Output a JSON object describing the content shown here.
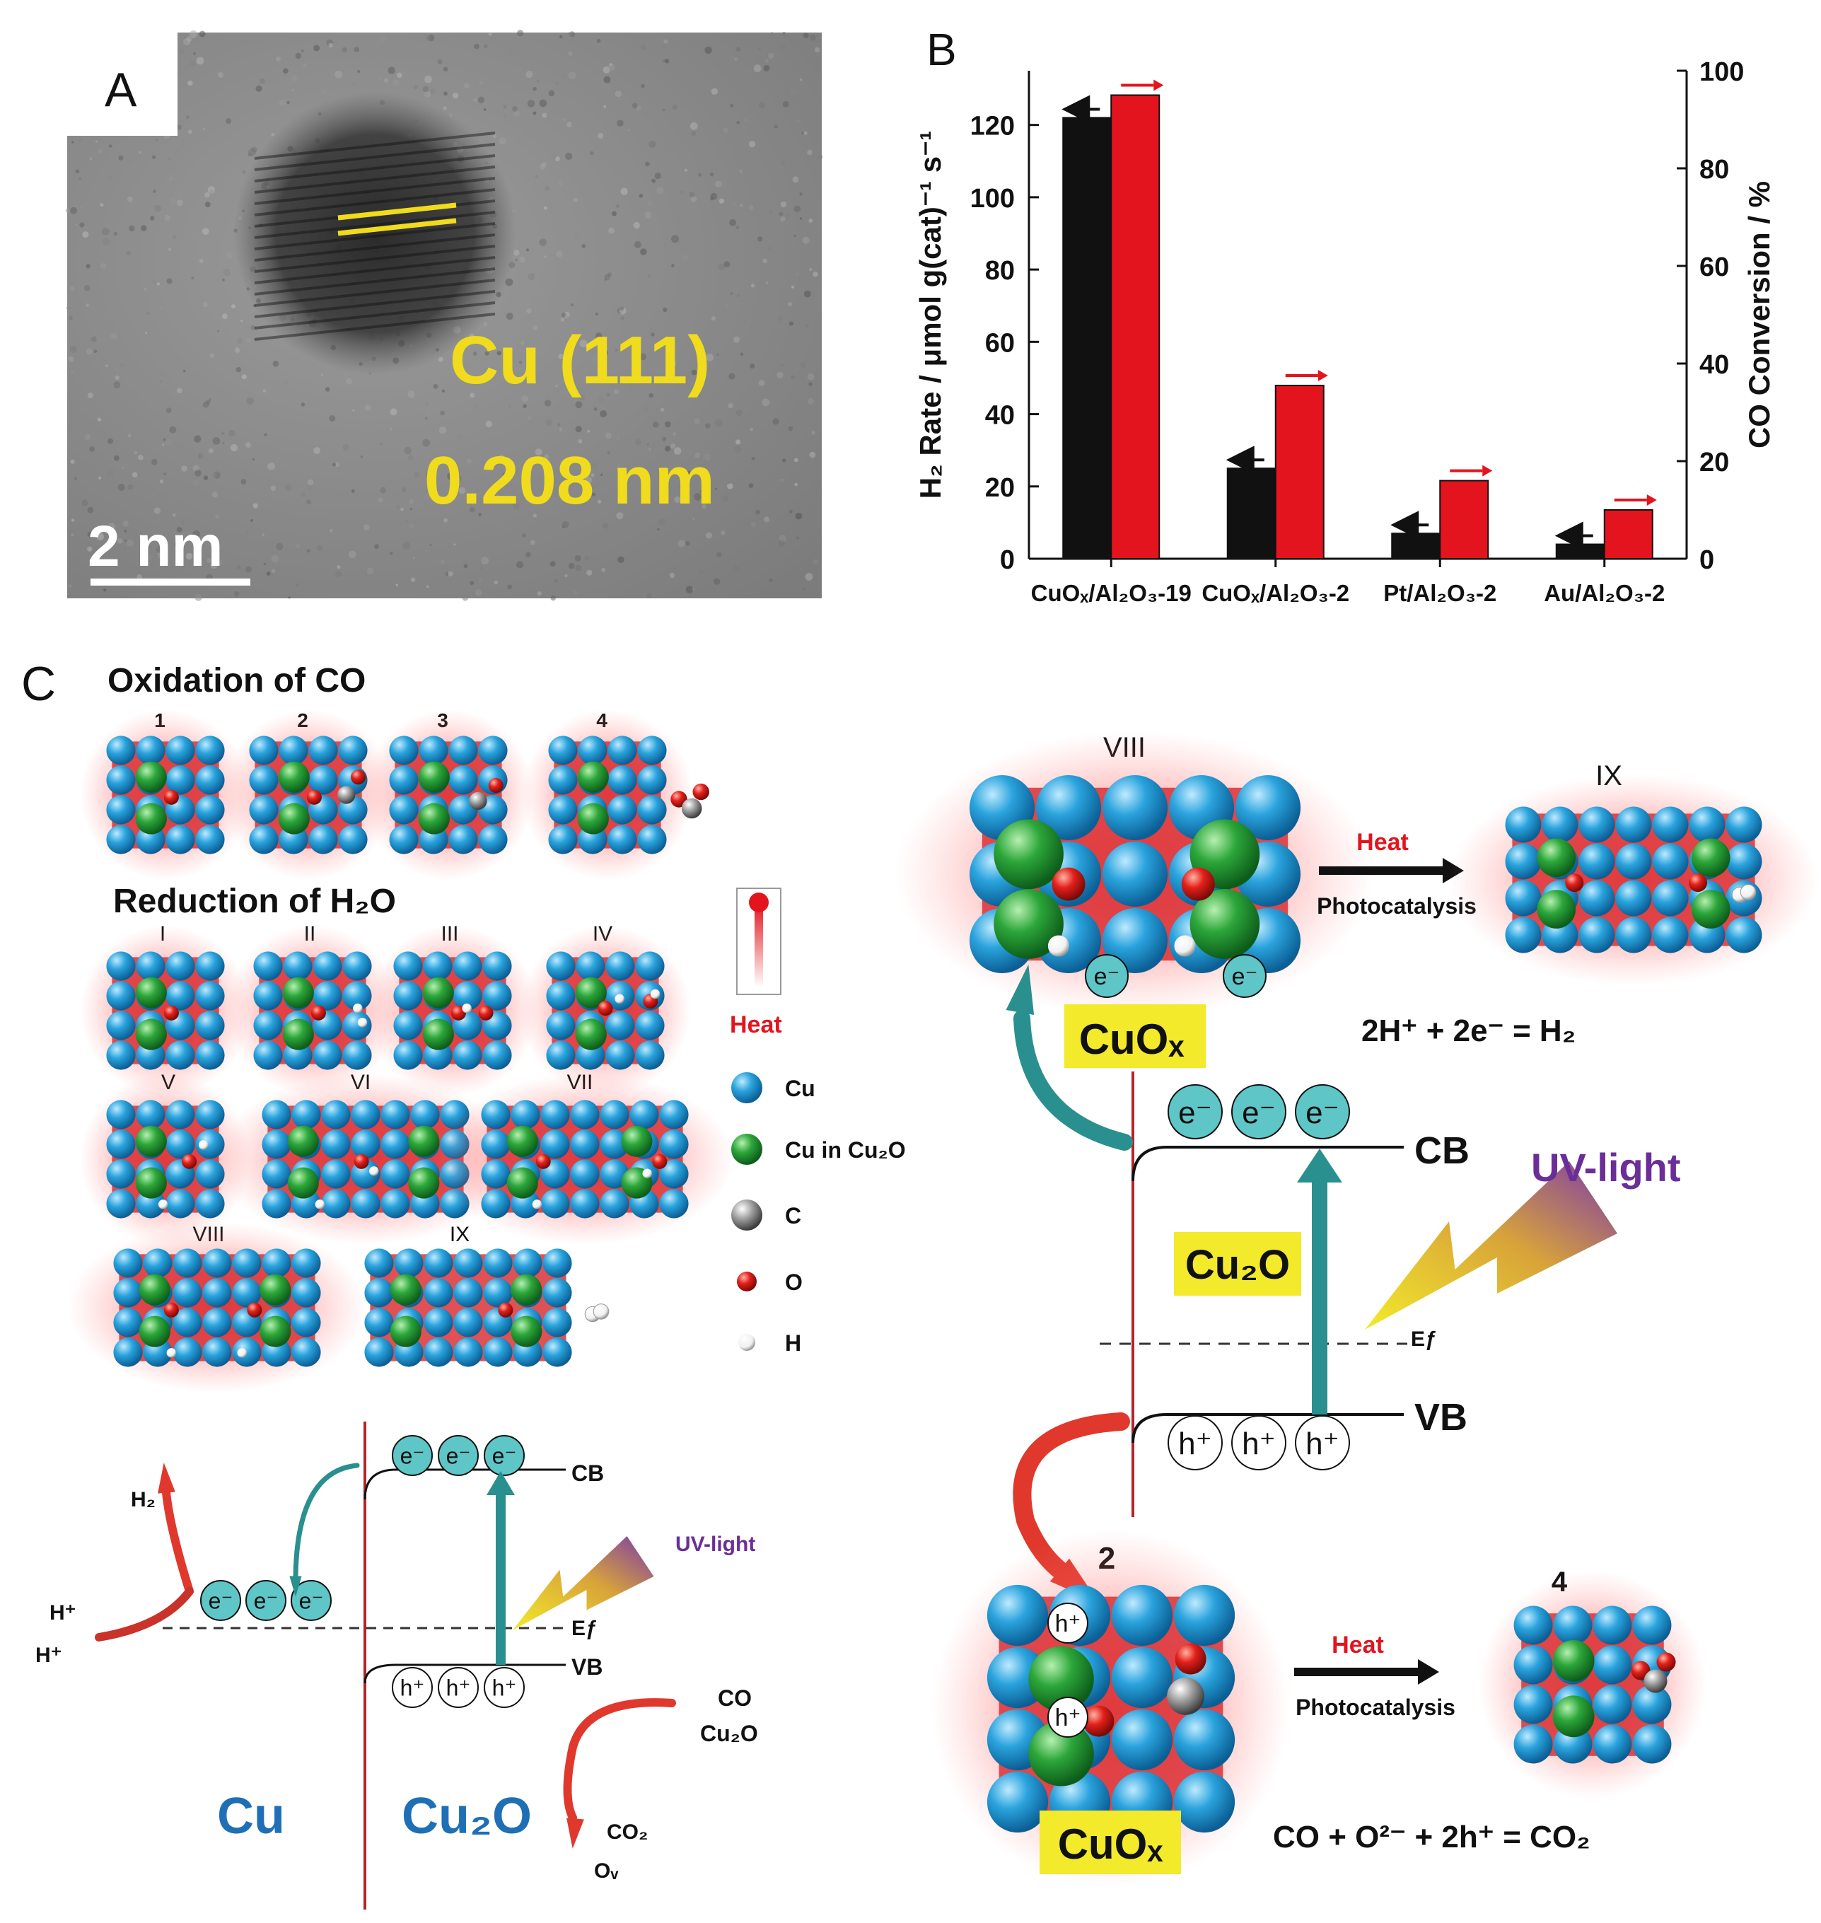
{
  "panels": {
    "a": {
      "label": "A",
      "lattice_text": "Cu (111)",
      "spacing_text": "0.208 nm",
      "scale_text": "2 nm"
    },
    "b": {
      "label": "B"
    },
    "c": {
      "label": "C",
      "oxidation_title": "Oxidation of CO",
      "reduction_title": "Reduction of H₂O",
      "steps_oxidation": [
        "1",
        "2",
        "3",
        "4"
      ],
      "steps_reduction": [
        "I",
        "II",
        "III",
        "IV",
        "V",
        "VI",
        "VII",
        "VIII",
        "IX"
      ],
      "legend": {
        "heat": "Heat",
        "items": [
          "Cu",
          "Cu in Cu₂O",
          "C",
          "O",
          "H"
        ]
      },
      "small_diagram": {
        "h2": "H₂",
        "hplus1": "H⁺",
        "hplus2": "H⁺",
        "electron": "e⁻",
        "hole": "h⁺",
        "cb": "CB",
        "vb": "VB",
        "ef": "Eƒ",
        "uv": "UV-light",
        "co": "CO",
        "cu2o": "Cu₂O",
        "co2": "CO₂",
        "ov": "Oᵥ",
        "cu_label": "Cu",
        "cu2o_label": "Cu₂O"
      },
      "large_diagram": {
        "viii": "VIII",
        "ix": "IX",
        "heat1": "Heat",
        "photo1": "Photocatalysis",
        "cuox1": "CuOₓ",
        "h2_eq": "2H⁺ + 2e⁻ = H₂",
        "cb": "CB",
        "vb": "VB",
        "ef": "Eƒ",
        "uv": "UV-light",
        "cu2o": "Cu₂O",
        "electron": "e⁻",
        "hole": "h⁺",
        "two": "2",
        "four": "4",
        "heat2": "Heat",
        "photo2": "Photocatalysis",
        "cuox2": "CuOₓ",
        "co_eq": "CO + O²⁻ + 2h⁺ = CO₂"
      }
    }
  },
  "chart_data": {
    "type": "bar",
    "categories": [
      "CuOₓ/Al₂O₃-19",
      "CuOₓ/Al₂O₃-2",
      "Pt/Al₂O₃-2",
      "Au/Al₂O₃-2"
    ],
    "series": [
      {
        "axis": "left",
        "color": "#111111",
        "values": [
          122,
          25,
          7,
          4
        ]
      },
      {
        "axis": "right",
        "color": "#e3141e",
        "values": [
          95,
          35.5,
          16,
          10
        ]
      }
    ],
    "ylabel": "H₂ Rate / μmol g(cat)⁻¹ s⁻¹",
    "ylabel2": "CO Conversion / %",
    "ylim": [
      0,
      135
    ],
    "ylim2": [
      0,
      100
    ],
    "yticks": [
      "0",
      "20",
      "40",
      "60",
      "80",
      "100",
      "120"
    ],
    "yticks2": [
      "0",
      "20",
      "40",
      "60",
      "80",
      "100"
    ]
  }
}
